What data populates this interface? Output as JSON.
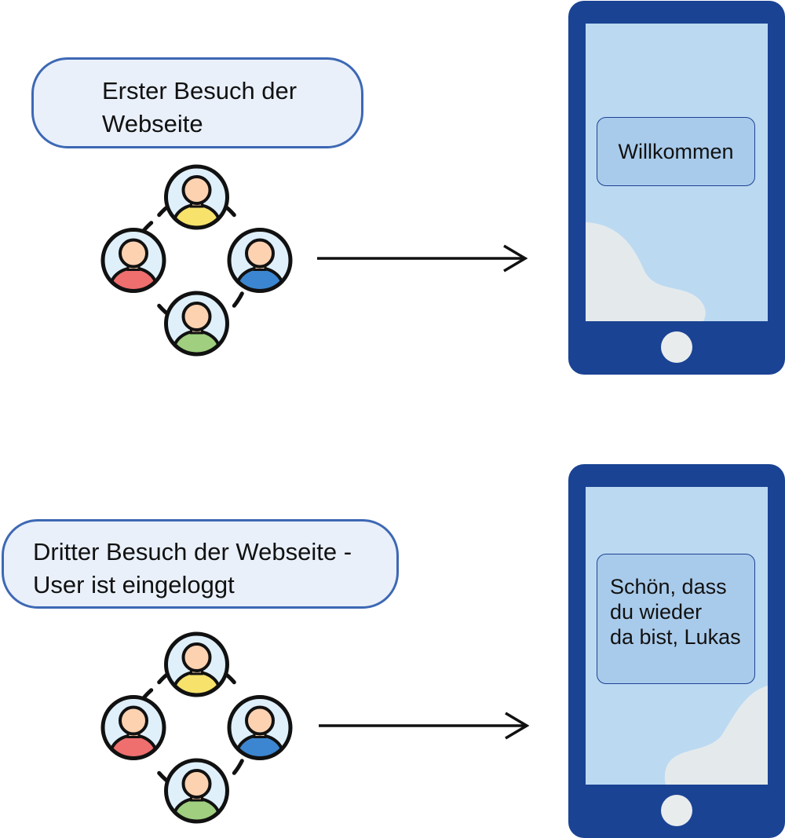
{
  "scenes": [
    {
      "visit_label": [
        "Erster Besuch der",
        "Webseite"
      ],
      "phone_message": [
        "Willkommen"
      ]
    },
    {
      "visit_label": [
        "Dritter Besuch der Webseite -",
        "User ist eingeloggt"
      ],
      "phone_message": [
        "Schön, dass",
        "du wieder",
        "da bist, Lukas"
      ]
    }
  ],
  "icons": {
    "user_group": "user-group-icon",
    "arrow": "arrow-right-icon",
    "phone": "smartphone-icon"
  },
  "colors": {
    "phone_body": "#1a4394",
    "phone_screen": "#bcd9f2",
    "message_box": "#a9cbeb",
    "bubble_fill": "#e9f0fa",
    "bubble_border": "#3d68b4",
    "user_yellow": "#f7e26b",
    "user_blue": "#3c86d1",
    "user_red": "#ef6e6e",
    "user_green": "#9fcf7f",
    "skin": "#fcd2b1"
  }
}
